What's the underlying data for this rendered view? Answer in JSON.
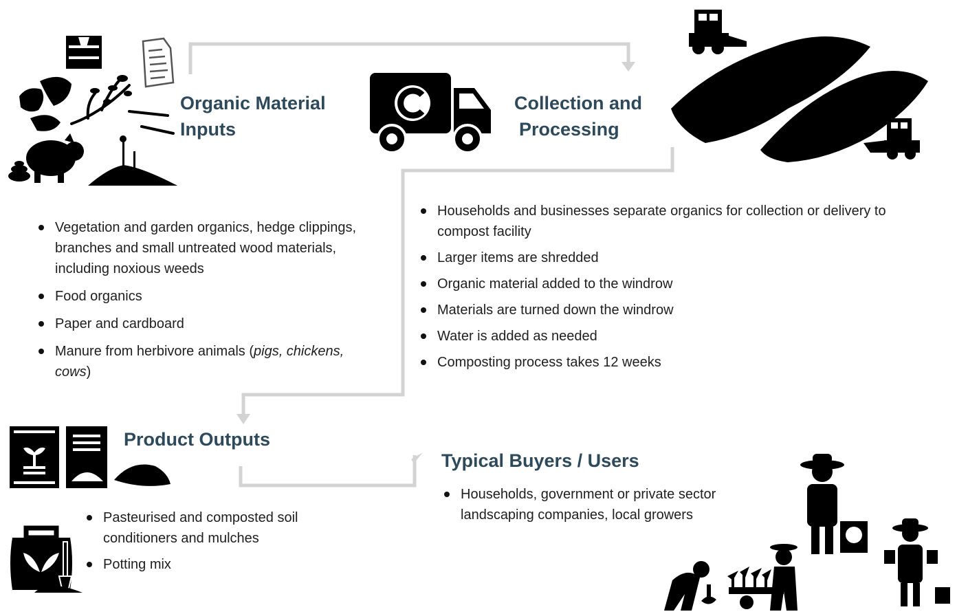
{
  "sections": {
    "inputs": {
      "title_line1": "Organic Material",
      "title_line2": "Inputs",
      "items": [
        "Vegetation and garden organics, hedge clippings, branches and small untreated wood materials, including noxious weeds",
        "Food organics",
        "Paper and cardboard"
      ],
      "manure_prefix": "Manure from herbivore animals (",
      "manure_italic": "pigs, chickens, cows",
      "manure_suffix": ")"
    },
    "processing": {
      "title_line1": "Collection and",
      "title_line2": "Processing",
      "items": [
        "Households and businesses separate organics for collection or delivery to compost facility",
        "Larger items are shredded",
        "Organic material added to the windrow",
        "Materials are turned down the windrow",
        "Water is added as needed",
        "Composting process takes 12 weeks"
      ]
    },
    "outputs": {
      "title": "Product Outputs",
      "items": [
        "Pasteurised and composted soil conditioners and mulches",
        "Potting mix"
      ]
    },
    "buyers": {
      "title": "Typical Buyers / Users",
      "items": [
        "Households, government or private sector landscaping companies, local growers"
      ]
    }
  },
  "icons": {
    "truck": "recycling-truck-icon",
    "windrows": "compost-windrow-icon",
    "loader": "skid-steer-loader-icon",
    "inputs": "organic-waste-icon",
    "outputs": "compost-bag-icon",
    "buyers": "gardener-people-icon"
  },
  "colors": {
    "heading": "#2e4a5a",
    "connector": "#d3d3d3",
    "icon": "#000000"
  }
}
